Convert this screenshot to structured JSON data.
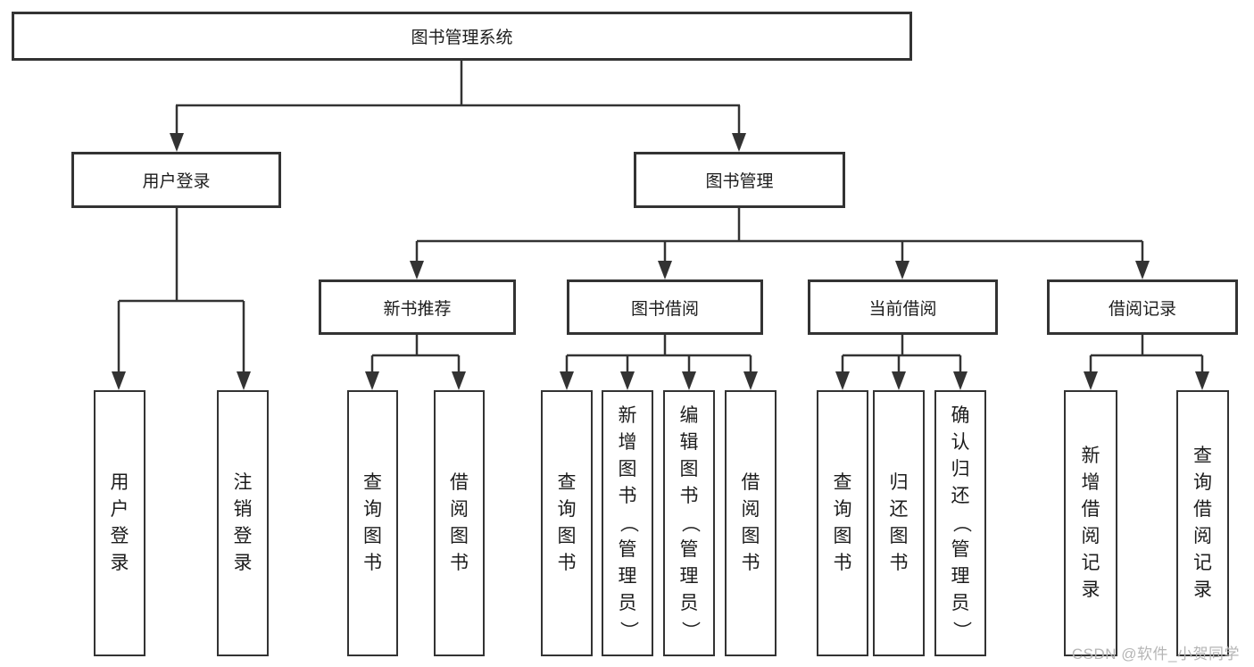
{
  "diagram_title": "图书管理系统",
  "colors": {
    "line": "#333333",
    "box_border": "#333333",
    "text": "#1c1c1c",
    "watermark": "#b5b5b5",
    "background": "#ffffff"
  },
  "watermark": "CSDN @软件_小贺同学",
  "tree": {
    "label": "图书管理系统",
    "children": [
      {
        "label": "用户登录",
        "children": [
          {
            "label": "用户登录"
          },
          {
            "label": "注销登录"
          }
        ]
      },
      {
        "label": "图书管理",
        "children": [
          {
            "label": "新书推荐",
            "children": [
              {
                "label": "查询图书"
              },
              {
                "label": "借阅图书"
              }
            ]
          },
          {
            "label": "图书借阅",
            "children": [
              {
                "label": "查询图书"
              },
              {
                "label": "新增图书（管理员）"
              },
              {
                "label": "编辑图书（管理员）"
              },
              {
                "label": "借阅图书"
              }
            ]
          },
          {
            "label": "当前借阅",
            "children": [
              {
                "label": "查询图书"
              },
              {
                "label": "归还图书"
              },
              {
                "label": "确认归还（管理员）"
              }
            ]
          },
          {
            "label": "借阅记录",
            "children": [
              {
                "label": "新增借阅记录"
              },
              {
                "label": "查询借阅记录"
              }
            ]
          }
        ]
      }
    ]
  }
}
